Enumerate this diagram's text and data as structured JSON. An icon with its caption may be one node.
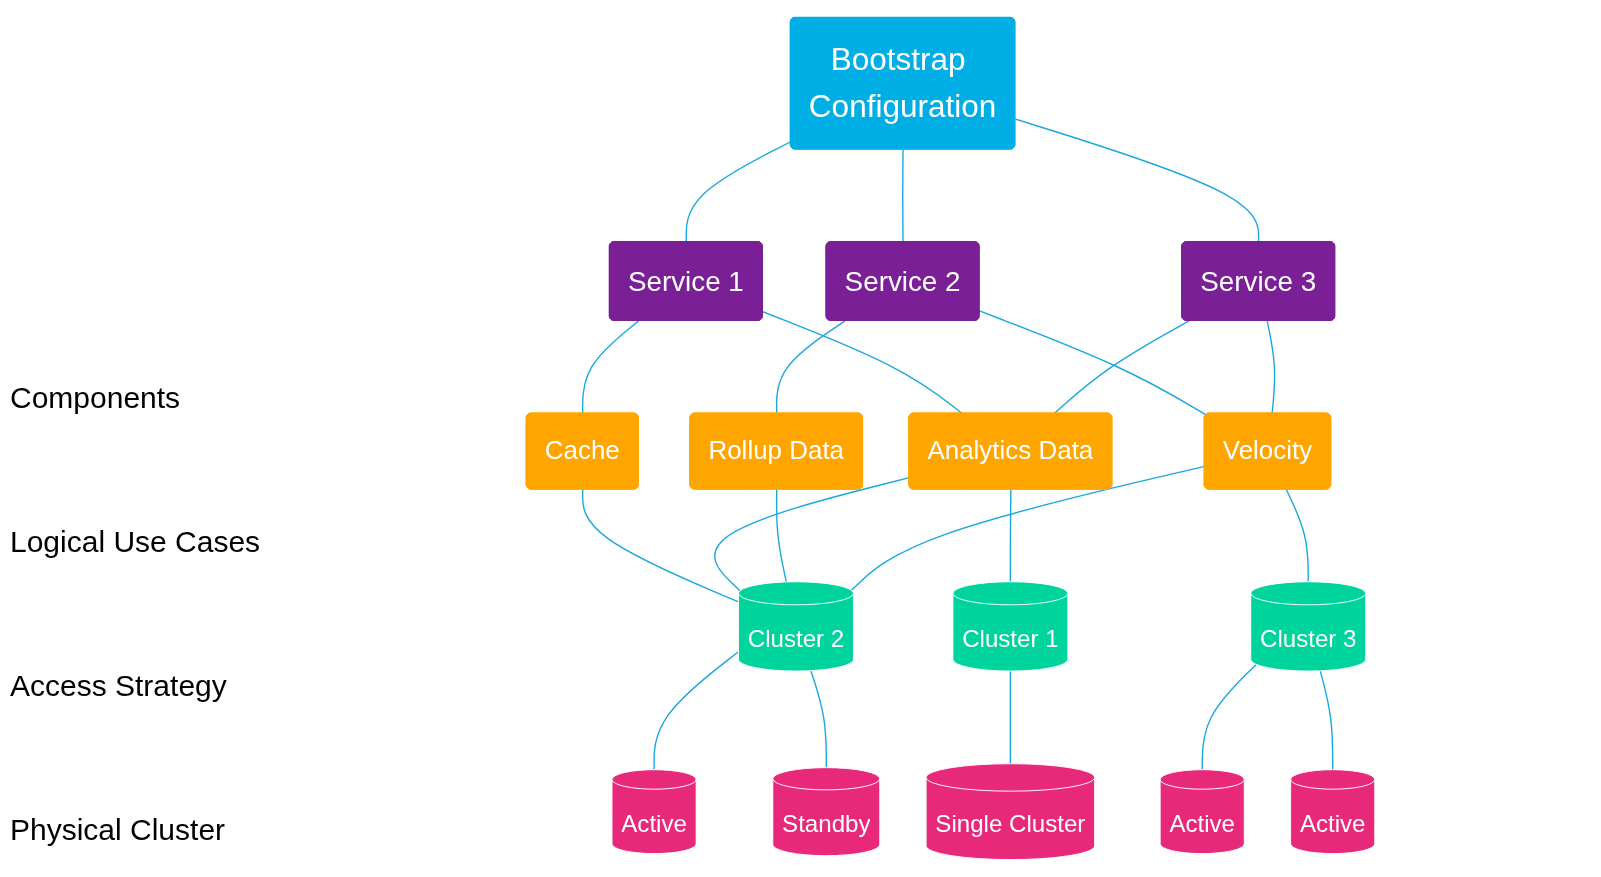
{
  "diagram": {
    "nodes": [
      {
        "text": [
          "Bootstrap Configuration"
        ]
      },
      {
        "text": [
          "Service 1"
        ]
      },
      {
        "text": [
          "Service 2"
        ]
      },
      {
        "text": [
          "Service 3"
        ]
      },
      {
        "text": [
          "Cache"
        ]
      },
      {
        "text": [
          "Analytics Data"
        ]
      },
      {
        "text": [
          "Rollup Data"
        ]
      },
      {
        "text": [
          "Velocity"
        ]
      },
      {
        "text": [
          "Cluster 1"
        ]
      },
      {
        "text": [
          "Cluster 2"
        ]
      },
      {
        "text": [
          "Cluster 3"
        ]
      },
      {
        "text": [
          "Single Cluster"
        ]
      },
      {
        "text": [
          "Active"
        ]
      },
      {
        "text": [
          "Standby"
        ]
      },
      {
        "text": [
          "Active"
        ]
      },
      {
        "text": [
          "Active"
        ]
      }
    ],
    "edges": [
      {
        "from": 0,
        "to": 1,
        "arrow": "none"
      },
      {
        "from": 0,
        "to": 2,
        "arrow": "none"
      },
      {
        "from": 0,
        "to": 3,
        "arrow": "none"
      },
      {
        "from": 1,
        "to": 4,
        "arrow": "none"
      },
      {
        "from": 1,
        "to": 5,
        "arrow": "none"
      },
      {
        "from": 2,
        "to": 6,
        "arrow": "none"
      },
      {
        "from": 2,
        "to": 7,
        "arrow": "none"
      },
      {
        "from": 3,
        "to": 5,
        "arrow": "none"
      },
      {
        "from": 3,
        "to": 7,
        "arrow": "none"
      },
      {
        "from": 4,
        "to": 9,
        "arrow": "none"
      },
      {
        "from": 5,
        "to": 8,
        "arrow": "none"
      },
      {
        "from": 5,
        "to": 9,
        "arrow": "none"
      },
      {
        "from": 6,
        "to": 9,
        "arrow": "none"
      },
      {
        "from": 7,
        "to": 9,
        "arrow": "none"
      },
      {
        "from": 7,
        "to": 10,
        "arrow": "none"
      },
      {
        "from": 8,
        "to": 11,
        "arrow": "none"
      },
      {
        "from": 9,
        "to": 12,
        "arrow": "none"
      },
      {
        "from": 9,
        "to": 13,
        "arrow": "none"
      },
      {
        "from": 10,
        "to": 14,
        "arrow": "none"
      },
      {
        "from": 10,
        "to": 15,
        "arrow": "none"
      }
    ],
    "labels": [
      "Components",
      "Logical Use Cases",
      "Access Strategy",
      "Physical Cluster"
    ]
  }
}
